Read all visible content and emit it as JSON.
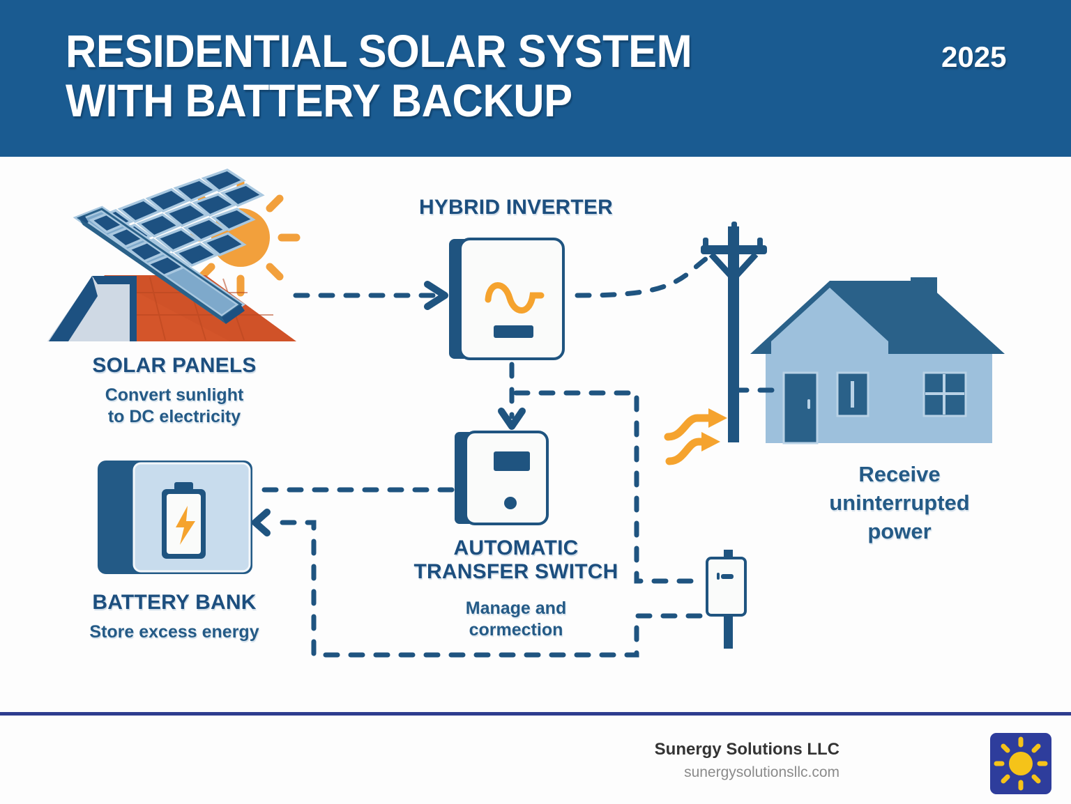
{
  "header": {
    "title": "RESIDENTIAL SOLAR SYSTEM\nWITH BATTERY BACKUP",
    "year": "2025",
    "bg_color": "#1a5b91"
  },
  "colors": {
    "header_blue": "#1a5b91",
    "deep_blue": "#1f5480",
    "mid_blue": "#2a6189",
    "light_blue": "#9dc0dc",
    "pale_blue": "#c8dced",
    "orange": "#f2a03c",
    "orange_dark": "#e8821f",
    "terracotta": "#d4552a",
    "panel_navy": "#1d5181",
    "divider": "#2e3d8f",
    "logo_blue": "#2e3d9c",
    "logo_sun": "#f5c319"
  },
  "nodes": {
    "solar_panels": {
      "title": "SOLAR PANELS",
      "subtitle": "Convert sunlight\nto DC electricity",
      "icon": "solar-panel-on-roof-icon"
    },
    "hybrid_inverter": {
      "title": "HYBRID INVERTER",
      "subtitle": "",
      "icon": "inverter-box-icon"
    },
    "automatic_transfer_switch": {
      "title": "AUTOMATIC\nTRANSFER SWITCH",
      "subtitle": "Manage and\ncormection",
      "icon": "transfer-switch-box-icon"
    },
    "battery_bank": {
      "title": "BATTERY BANK",
      "subtitle": "Store excess energy",
      "icon": "battery-bank-icon"
    },
    "house": {
      "title": "",
      "subtitle": "Receive\nuninterrupted\npower",
      "icon": "house-icon"
    },
    "utility_pole": {
      "icon": "utility-pole-icon"
    },
    "utility_meter": {
      "icon": "utility-meter-box-icon"
    },
    "sun": {
      "icon": "sun-icon"
    }
  },
  "footer": {
    "brand": "Sunergy Solutions LLC",
    "url": "sunergysolutionsllc.com",
    "logo_icon": "sun-logo-icon"
  }
}
